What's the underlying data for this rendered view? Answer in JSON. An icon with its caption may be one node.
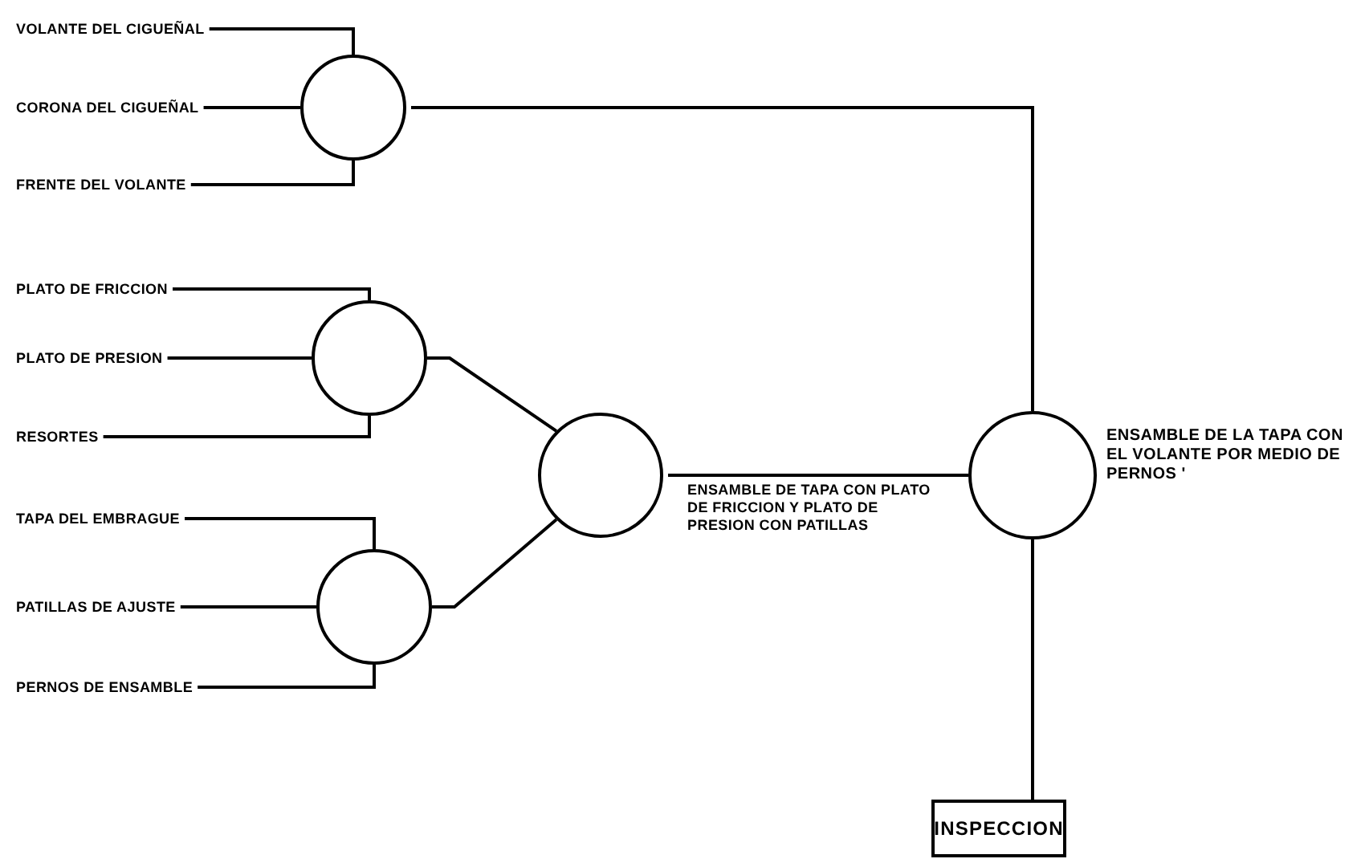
{
  "diagram": {
    "nodes": [
      {
        "text": [
          "VOLANTE DEL CIGUEÑAL"
        ]
      },
      {
        "text": [
          "CORONA DEL CIGUEÑAL"
        ]
      },
      {
        "text": [
          "FRENTE DEL VOLANTE"
        ]
      },
      {
        "text": [],
        "shape": "circle"
      },
      {
        "text": [
          "PLATO DE FRICCION"
        ]
      },
      {
        "text": [
          "PLATO DE PRESION"
        ]
      },
      {
        "text": [
          "RESORTES"
        ]
      },
      {
        "text": [],
        "shape": "circle"
      },
      {
        "text": [
          "TAPA DEL EMBRAGUE"
        ]
      },
      {
        "text": [
          "PATILLAS DE AJUSTE"
        ]
      },
      {
        "text": [
          "PERNOS DE ENSAMBLE"
        ]
      },
      {
        "text": [],
        "shape": "circle"
      },
      {
        "text": [],
        "shape": "circle"
      },
      {
        "text": [],
        "shape": "circle",
        "beside": [
          "ENSAMBLE DE LA TAPA CON EL VOLANTE POR MEDIO DE PERNOS '"
        ]
      },
      {
        "text": [
          "INSPECCION"
        ]
      }
    ],
    "edges": [
      {
        "from": 0,
        "to": 3,
        "arrow": "none"
      },
      {
        "from": 1,
        "to": 3,
        "arrow": "none"
      },
      {
        "from": 2,
        "to": 3,
        "arrow": "none"
      },
      {
        "from": 3,
        "to": 13,
        "arrow": "none"
      },
      {
        "from": 4,
        "to": 7,
        "arrow": "none"
      },
      {
        "from": 5,
        "to": 7,
        "arrow": "none"
      },
      {
        "from": 6,
        "to": 7,
        "arrow": "none"
      },
      {
        "from": 7,
        "to": 12,
        "arrow": "none"
      },
      {
        "from": 8,
        "to": 11,
        "arrow": "none"
      },
      {
        "from": 9,
        "to": 11,
        "arrow": "none"
      },
      {
        "from": 10,
        "to": 11,
        "arrow": "none"
      },
      {
        "from": 11,
        "to": 12,
        "arrow": "none"
      },
      {
        "from": 12,
        "to": 13,
        "arrow": "none",
        "label": "ENSAMBLE DE TAPA CON PLATO DE FRICCION Y PLATO DE PRESION CON PATILLAS"
      },
      {
        "from": 13,
        "to": 14,
        "arrow": "none"
      }
    ]
  }
}
